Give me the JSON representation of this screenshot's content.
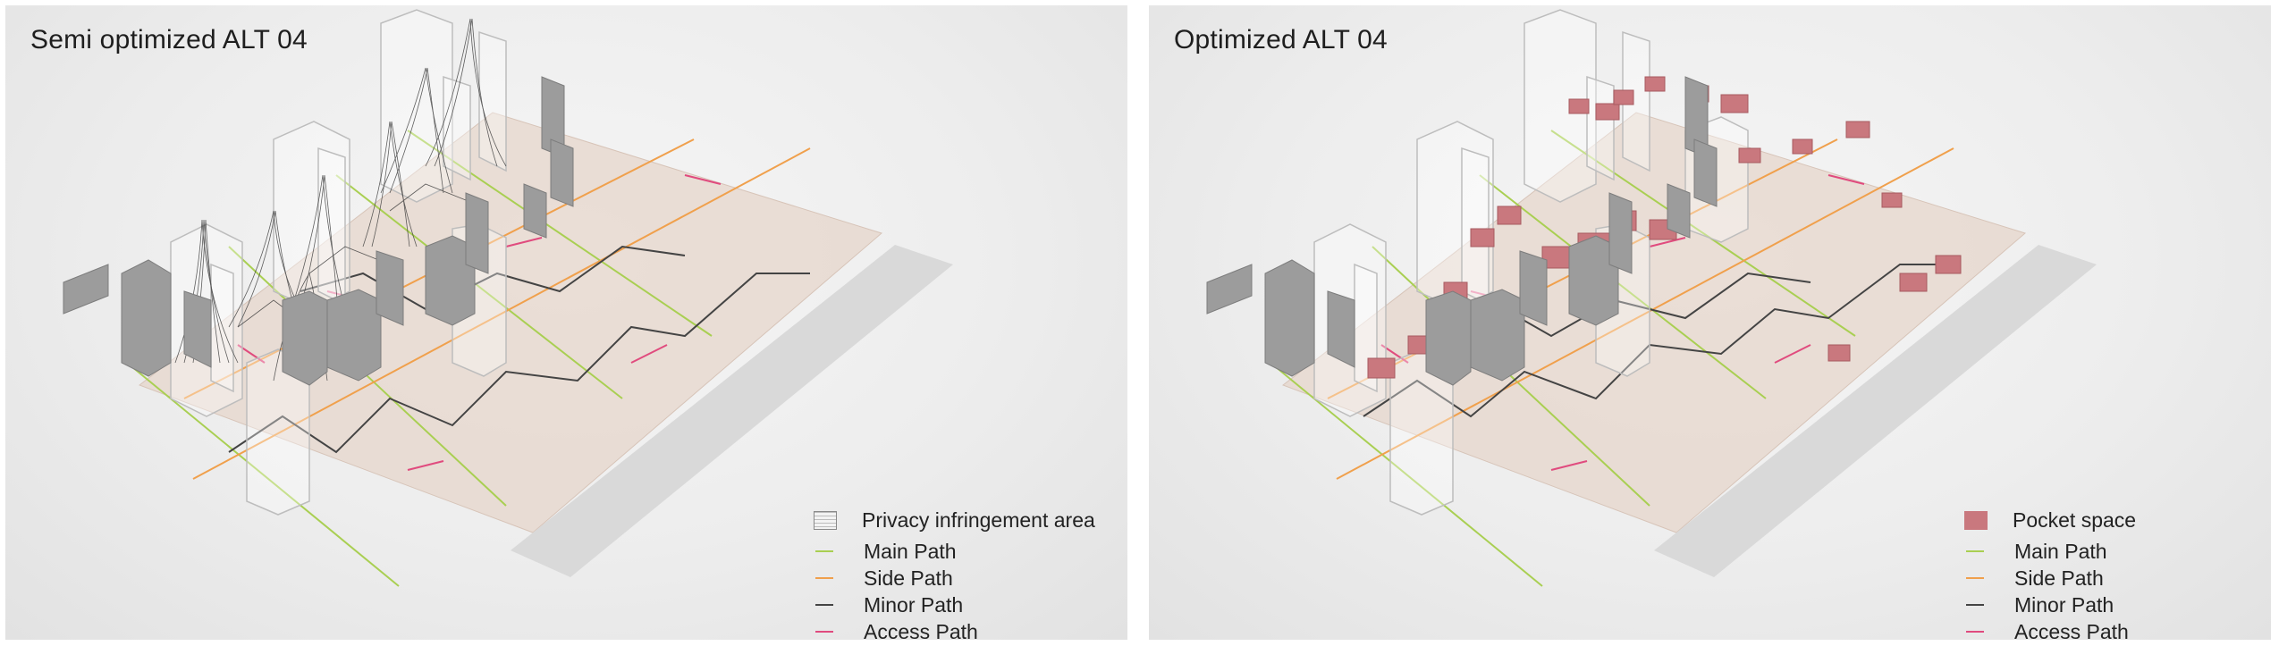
{
  "panels": [
    {
      "title": "Semi optimized ALT 04",
      "legend": [
        {
          "label": "Privacy infringement area",
          "swatch": "hatch",
          "color": "#9e9e9e"
        },
        {
          "label": "Main Path",
          "swatch": "line",
          "color": "#a9cf52"
        },
        {
          "label": "Side Path",
          "swatch": "line",
          "color": "#f0a04c"
        },
        {
          "label": "Minor Path",
          "swatch": "line",
          "color": "#444444"
        },
        {
          "label": "Access Path",
          "swatch": "line",
          "color": "#e04b7e"
        }
      ]
    },
    {
      "title": "Optimized ALT 04",
      "legend": [
        {
          "label": "Pocket space",
          "swatch": "fill",
          "color": "#c9787e"
        },
        {
          "label": "Main Path",
          "swatch": "line",
          "color": "#a9cf52"
        },
        {
          "label": "Side Path",
          "swatch": "line",
          "color": "#f0a04c"
        },
        {
          "label": "Minor Path",
          "swatch": "line",
          "color": "#444444"
        },
        {
          "label": "Access Path",
          "swatch": "line",
          "color": "#e04b7e"
        }
      ]
    }
  ]
}
